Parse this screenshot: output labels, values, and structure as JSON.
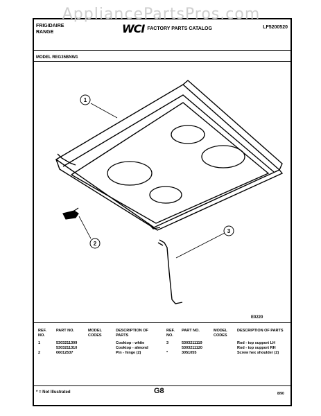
{
  "watermark": "AppliancePartsPros.com",
  "header": {
    "brand": "FRIGIDAIRE",
    "product": "RANGE",
    "logo": "WCI",
    "catalog_title": "FACTORY PARTS CATALOG",
    "catalog_number": "LF5200520"
  },
  "model_line": "MODEL REG35BNW1",
  "callouts": [
    "1",
    "2",
    "3"
  ],
  "diagram_code": "E0220",
  "table_headers": {
    "ref_no": "REF. NO.",
    "part_no": "PART NO.",
    "model_codes": "MODEL CODES",
    "description": "DESCRIPTION OF PARTS"
  },
  "parts_left": [
    {
      "ref": "1",
      "part": "5303211309",
      "model": "",
      "desc": "Cooktop - white"
    },
    {
      "ref": "",
      "part": "5303211310",
      "model": "",
      "desc": "Cooktop - almond"
    },
    {
      "ref": "2",
      "part": "06012537",
      "model": "",
      "desc": "Pin - hinge (2)"
    }
  ],
  "parts_right": [
    {
      "ref": "3",
      "part": "5303211119",
      "model": "",
      "desc": "Rod - top support LH"
    },
    {
      "ref": "",
      "part": "5303211120",
      "model": "",
      "desc": "Rod - top support RH"
    },
    {
      "ref": "*",
      "part": "3051055",
      "model": "",
      "desc": "Screw hex shoulder (2)"
    }
  ],
  "footer": {
    "note": "* = Not Illustrated",
    "page": "G8",
    "date": "8/90"
  }
}
